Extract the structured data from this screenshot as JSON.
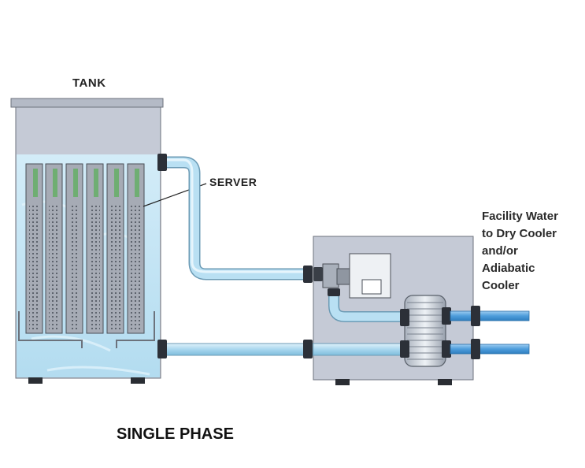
{
  "labels": {
    "tank": "TANK",
    "server": "SERVER",
    "facility_lines": [
      "Facility Water",
      "to Dry Cooler",
      "and/or",
      "Adiabatic",
      "Cooler"
    ],
    "caption": "SINGLE PHASE"
  },
  "colors": {
    "coolant": "#bfe3f4",
    "tank_body": "#c5cad6",
    "pipe": "#a9d6ee",
    "facility_pipe": "#4e9ddb",
    "server_panel": "#a6abb5"
  }
}
